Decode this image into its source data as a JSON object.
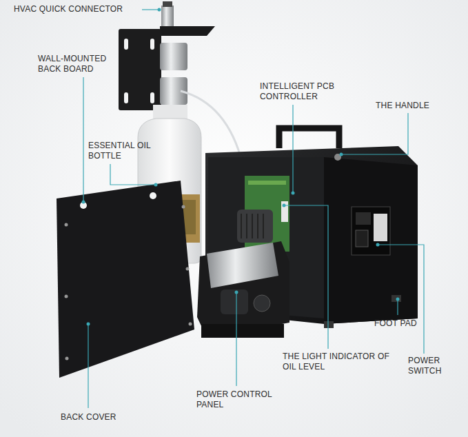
{
  "diagram": {
    "labels": [
      "HVAC QUICK CONNECTOR",
      "WALL-MOUNTED BACK BOARD",
      "ESSENTIAL OIL BOTTLE",
      "INTELLIGENT PCB CONTROLLER",
      "THE HANDLE",
      "THE LIGHT INDICATOR OF OIL LEVEL",
      "FOOT PAD",
      "POWER SWITCH",
      "POWER CONTROL PANEL",
      "BACK COVER"
    ]
  }
}
